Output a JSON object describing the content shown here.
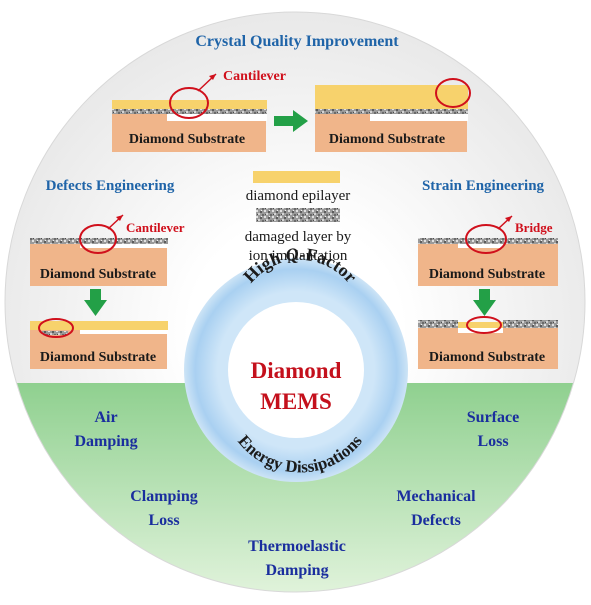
{
  "top": {
    "title": "Crystal Quality Improvement",
    "label": "Cantilever",
    "substrate": "Diamond Substrate"
  },
  "defects": {
    "title": "Defects Engineering",
    "label": "Cantilever",
    "substrate": "Diamond Substrate"
  },
  "strain": {
    "title": "Strain Engineering",
    "label": "Bridge",
    "substrate": "Diamond Substrate"
  },
  "legend": {
    "epilayer": "diamond epilayer",
    "damaged_line1": "damaged layer by",
    "damaged_line2": "ion implantation"
  },
  "center": {
    "line1": "Diamond",
    "line2": "MEMS",
    "ring_top_prefix": "High ",
    "ring_top_q": "Q",
    "ring_top_suffix": "-Factor",
    "ring_bottom": "Energy Dissipations"
  },
  "dissipation": {
    "air_1": "Air",
    "air_2": "Damping",
    "surface_1": "Surface",
    "surface_2": "Loss",
    "clamping_1": "Clamping",
    "clamping_2": "Loss",
    "mechanical_1": "Mechanical",
    "mechanical_2": "Defects",
    "thermo_1": "Thermoelastic",
    "thermo_2": "Damping"
  },
  "colors": {
    "top_bg": "#ececec",
    "bottom_bg": "#9fd79a",
    "title_blue": "#1f64a8",
    "dark_blue": "#1a2e9e",
    "red": "#d0101c",
    "epilayer": "#f7d26c",
    "substrate": "#f0b58a",
    "ring": "#b4d8f4"
  }
}
